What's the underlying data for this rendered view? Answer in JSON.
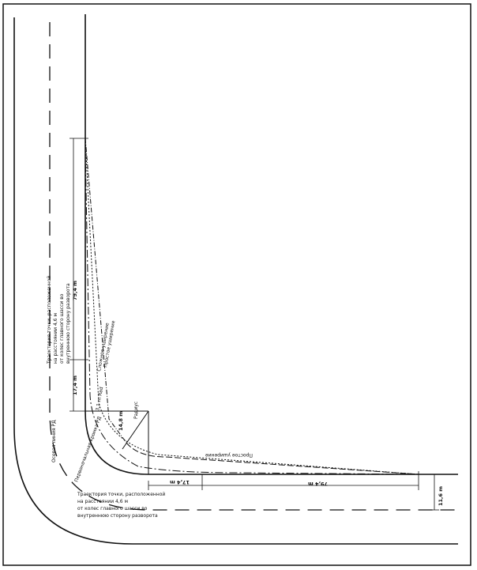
{
  "diagram": {
    "labels": {
      "wheel_track_vertical": [
        "Траектория точки, расположенной",
        "на расстоянии 4,6 м",
        "от колес главного шасси во",
        "внутреннюю сторону разворота"
      ],
      "wheel_track_horizontal": [
        "Траектория точки, расположенной",
        "на расстоянии 4,6 м",
        "от колес главного шасси во",
        "внутреннюю сторону разворота"
      ],
      "axis_line": "Осевая линия РД",
      "pavement_edge": "Первоначальная кромка РД",
      "combined_widening": "Сложное уширение",
      "simple_widening_vertical": "Простое уширение",
      "simple_widening_horizontal": "Простое уширение",
      "radius": "Радиус",
      "radius_value": "14,8 m",
      "radius_curve_label": "3,1 m Rad"
    },
    "dimensions": {
      "vertical_long": "79,4 m",
      "vertical_short": "17,4 m",
      "horizontal_long": "79,4 m",
      "horizontal_short": "17,4 m",
      "offset": "11,6 m"
    }
  }
}
